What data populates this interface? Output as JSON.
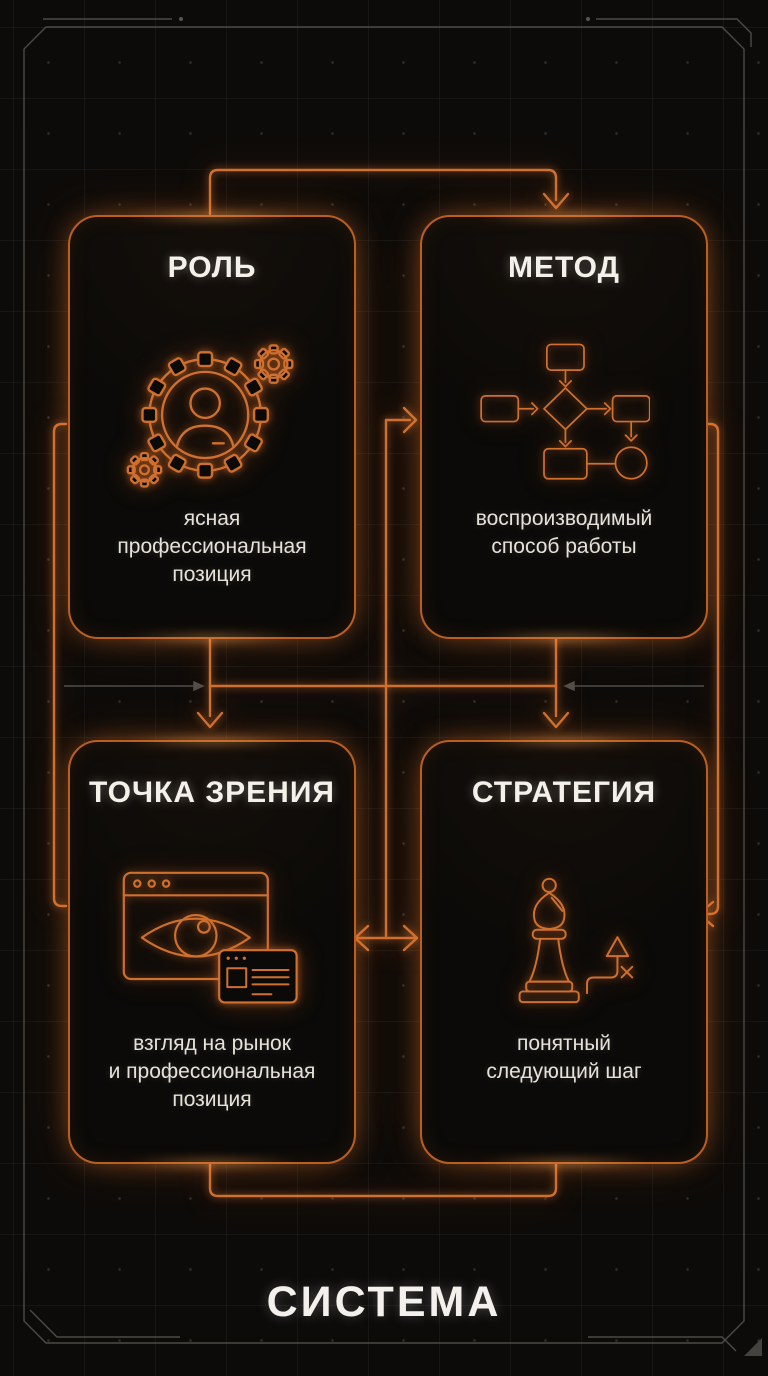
{
  "colors": {
    "background": "#0d0b09",
    "accent_orange": "#d0702f",
    "accent_glow": "#ff8c3a",
    "card_background": "#0b0a08",
    "title_text": "#f4f1ea",
    "body_text": "#e7e2d9",
    "frame_gray": "#57554f"
  },
  "cards": [
    {
      "id": "role",
      "title": "РОЛЬ",
      "icon": "person-gear-icon",
      "description": "ясная\nпрофессиональная\nпозиция"
    },
    {
      "id": "method",
      "title": "МЕТОД",
      "icon": "flowchart-icon",
      "description": "воспроизводимый\nспособ работы"
    },
    {
      "id": "viewpoint",
      "title": "ТОЧКА ЗРЕНИЯ",
      "icon": "browser-eye-icon",
      "description": "взгляд на рынок\nи профессиональная\nпозиция"
    },
    {
      "id": "strategy",
      "title": "СТРАТЕГИЯ",
      "icon": "chess-strategy-icon",
      "description": "понятный\nследующий шаг"
    }
  ],
  "connectors": [
    "role-to-method-top-arrow",
    "role-to-viewpoint-down-arrow",
    "method-to-strategy-down-arrow",
    "middle-cross-link",
    "center-line-arrow-to-method",
    "viewpoint-strategy-double-arrow",
    "left-bracket-link",
    "right-bracket-arrow",
    "bottom-u-link"
  ],
  "footer": {
    "title": "СИСТЕМА"
  }
}
